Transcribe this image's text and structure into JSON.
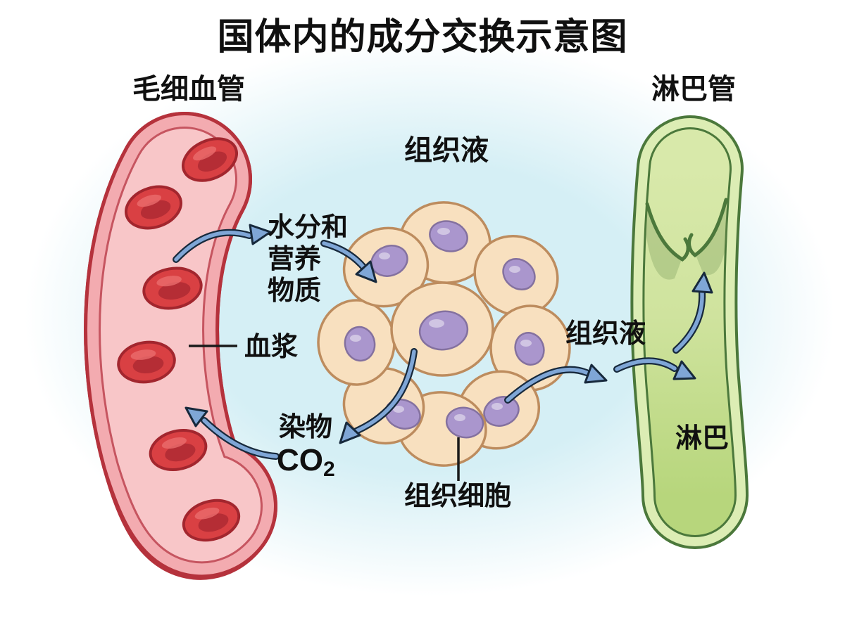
{
  "title": "国体内的成分交换示意图",
  "capillary": {
    "label": "毛细血管",
    "plasma_label": "血浆"
  },
  "lymph_vessel": {
    "label": "淋巴管",
    "lymph_label": "淋巴",
    "tissue_fluid_label": "组织液"
  },
  "tissue": {
    "fluid_label": "组织液",
    "cells_label": "组织细胞"
  },
  "exchanges": {
    "to_tissue": {
      "line1": "水分和",
      "line2": "营养",
      "line3": "物质"
    },
    "to_capillary": {
      "line1": "染物",
      "co2_base": "CO",
      "co2_sub": "2"
    }
  },
  "colors": {
    "background_tint": "#d5eff5",
    "arrow_fill": "#7fa6d6",
    "arrow_outline": "#17293c",
    "capillary_outline": "#b5323c",
    "capillary_wall": "#f3abb0",
    "capillary_lumen": "#f8c6c8",
    "red_blood_cell": "#d94043",
    "red_blood_cell_outline": "#a2262e",
    "cell_body": "#f8e0bf",
    "cell_outline": "#bd8c5e",
    "cell_nucleus": "#aa96cd",
    "lymph_outline": "#4b783b",
    "lymph_wall": "#dcedb4",
    "lymph_lumen": "#cfe39e",
    "text": "#101010"
  }
}
